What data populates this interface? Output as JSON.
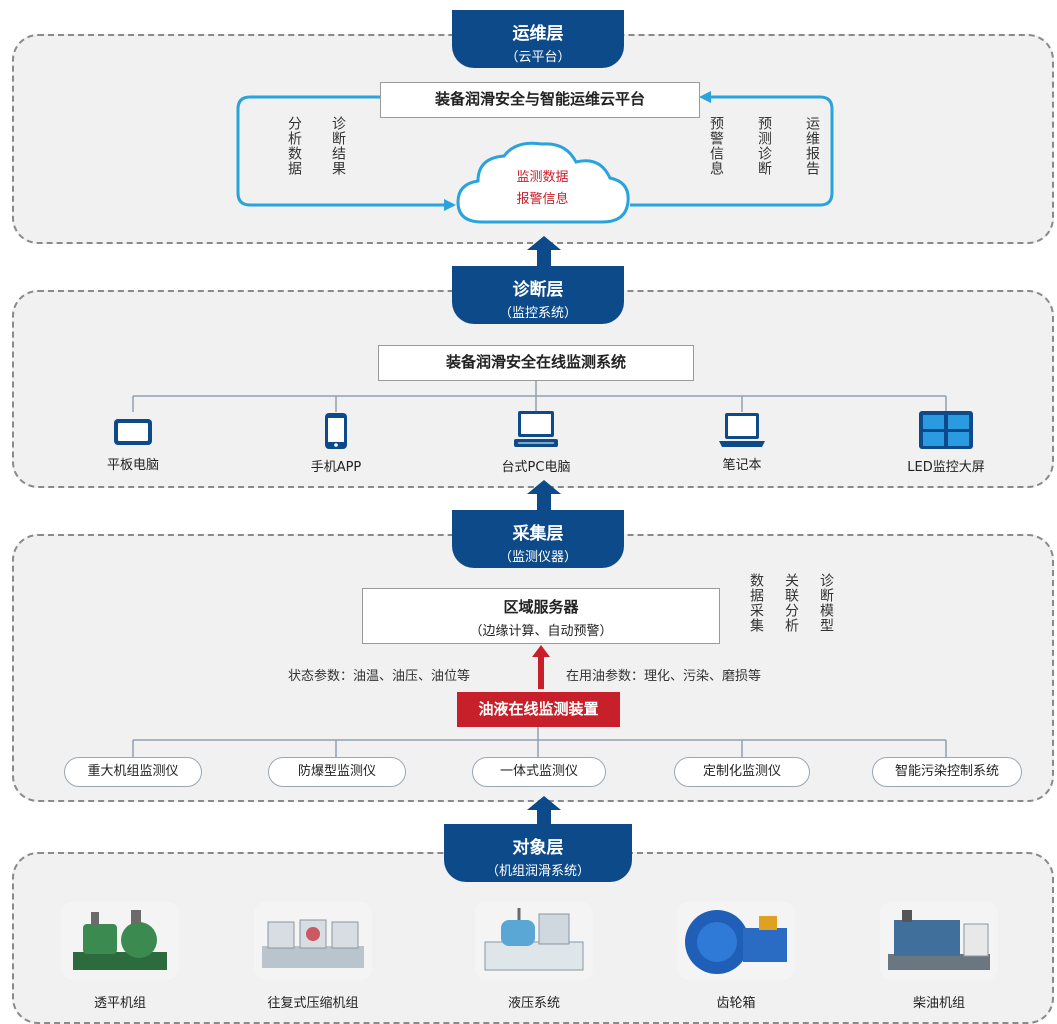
{
  "layers": {
    "ops": {
      "title": "运维层",
      "subtitle": "（云平台）"
    },
    "diag": {
      "title": "诊断层",
      "subtitle": "（监控系统）"
    },
    "collect": {
      "title": "采集层",
      "subtitle": "（监测仪器）"
    },
    "object": {
      "title": "对象层",
      "subtitle": "（机组润滑系统）"
    }
  },
  "ops_layer": {
    "platform": "装备润滑安全与智能运维云平台",
    "cloud_line1": "监测数据",
    "cloud_line2": "报警信息",
    "left_labels": [
      "分析数据",
      "诊断结果"
    ],
    "right_labels": [
      "预警信息",
      "预测诊断",
      "运维报告"
    ]
  },
  "diag_layer": {
    "system": "装备润滑安全在线监测系统",
    "devices": [
      {
        "label": "平板电脑",
        "icon": "tablet-icon"
      },
      {
        "label": "手机APP",
        "icon": "phone-icon"
      },
      {
        "label": "台式PC电脑",
        "icon": "desktop-icon"
      },
      {
        "label": "笔记本",
        "icon": "laptop-icon"
      },
      {
        "label": "LED监控大屏",
        "icon": "led-screen-icon"
      }
    ]
  },
  "collect_layer": {
    "server_title": "区域服务器",
    "server_sub": "（边缘计算、自动预警）",
    "side_labels": [
      "数据采集",
      "关联分析",
      "诊断模型"
    ],
    "left_param": "状态参数：油温、油压、油位等",
    "right_param": "在用油参数：理化、污染、磨损等",
    "device": "油液在线监测装置",
    "instruments": [
      "重大机组监测仪",
      "防爆型监测仪",
      "一体式监测仪",
      "定制化监测仪",
      "智能污染控制系统"
    ]
  },
  "object_layer": {
    "equipment": [
      "透平机组",
      "往复式压缩机组",
      "液压系统",
      "齿轮箱",
      "柴油机组"
    ]
  },
  "colors": {
    "layer_tab": "#0d4a8a",
    "flow_arrow": "#29a3dd",
    "alert_red": "#c8202a",
    "panel_bg": "#f1f1f1"
  }
}
